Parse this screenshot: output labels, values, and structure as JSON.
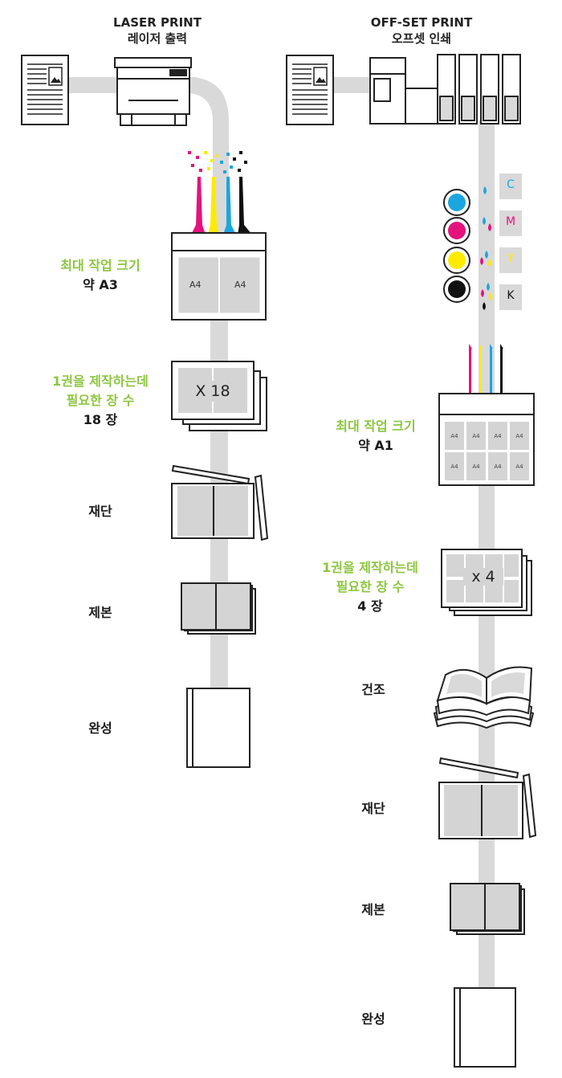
{
  "laser": {
    "title_en": "LASER PRINT",
    "title_ko": "레이저 출력",
    "max_size_label": "최대 작업 크기",
    "max_size_value": "약 A3",
    "sheet_a": "A4",
    "sheet_b": "A4",
    "sheets_label_1": "1권을 제작하는데",
    "sheets_label_2": "필요한 장 수",
    "sheets_value": "18 장",
    "multiplier": "X 18",
    "step_cut": "재단",
    "step_bind": "제본",
    "step_done": "완성"
  },
  "offset": {
    "title_en": "OFF-SET PRINT",
    "title_ko": "오프셋 인쇄",
    "ink_c": "C",
    "ink_m": "M",
    "ink_y": "Y",
    "ink_k": "K",
    "max_size_label": "최대 작업 크기",
    "max_size_value": "약 A1",
    "sheet_cells": [
      "A4",
      "A4",
      "A4",
      "A4",
      "A4",
      "A4",
      "A4",
      "A4"
    ],
    "sheets_label_1": "1권을 제작하는데",
    "sheets_label_2": "필요한 장 수",
    "sheets_value": "4 장",
    "multiplier": "x 4",
    "step_dry": "건조",
    "step_cut": "재단",
    "step_bind": "제본",
    "step_done": "완성"
  },
  "colors": {
    "cyan": "#1ba6e0",
    "magenta": "#e5127d",
    "yellow": "#ffeb00",
    "black": "#111111",
    "track": "#d9d9d9",
    "sheet": "#d4d4d4",
    "accent_green": "#8dc63f"
  }
}
